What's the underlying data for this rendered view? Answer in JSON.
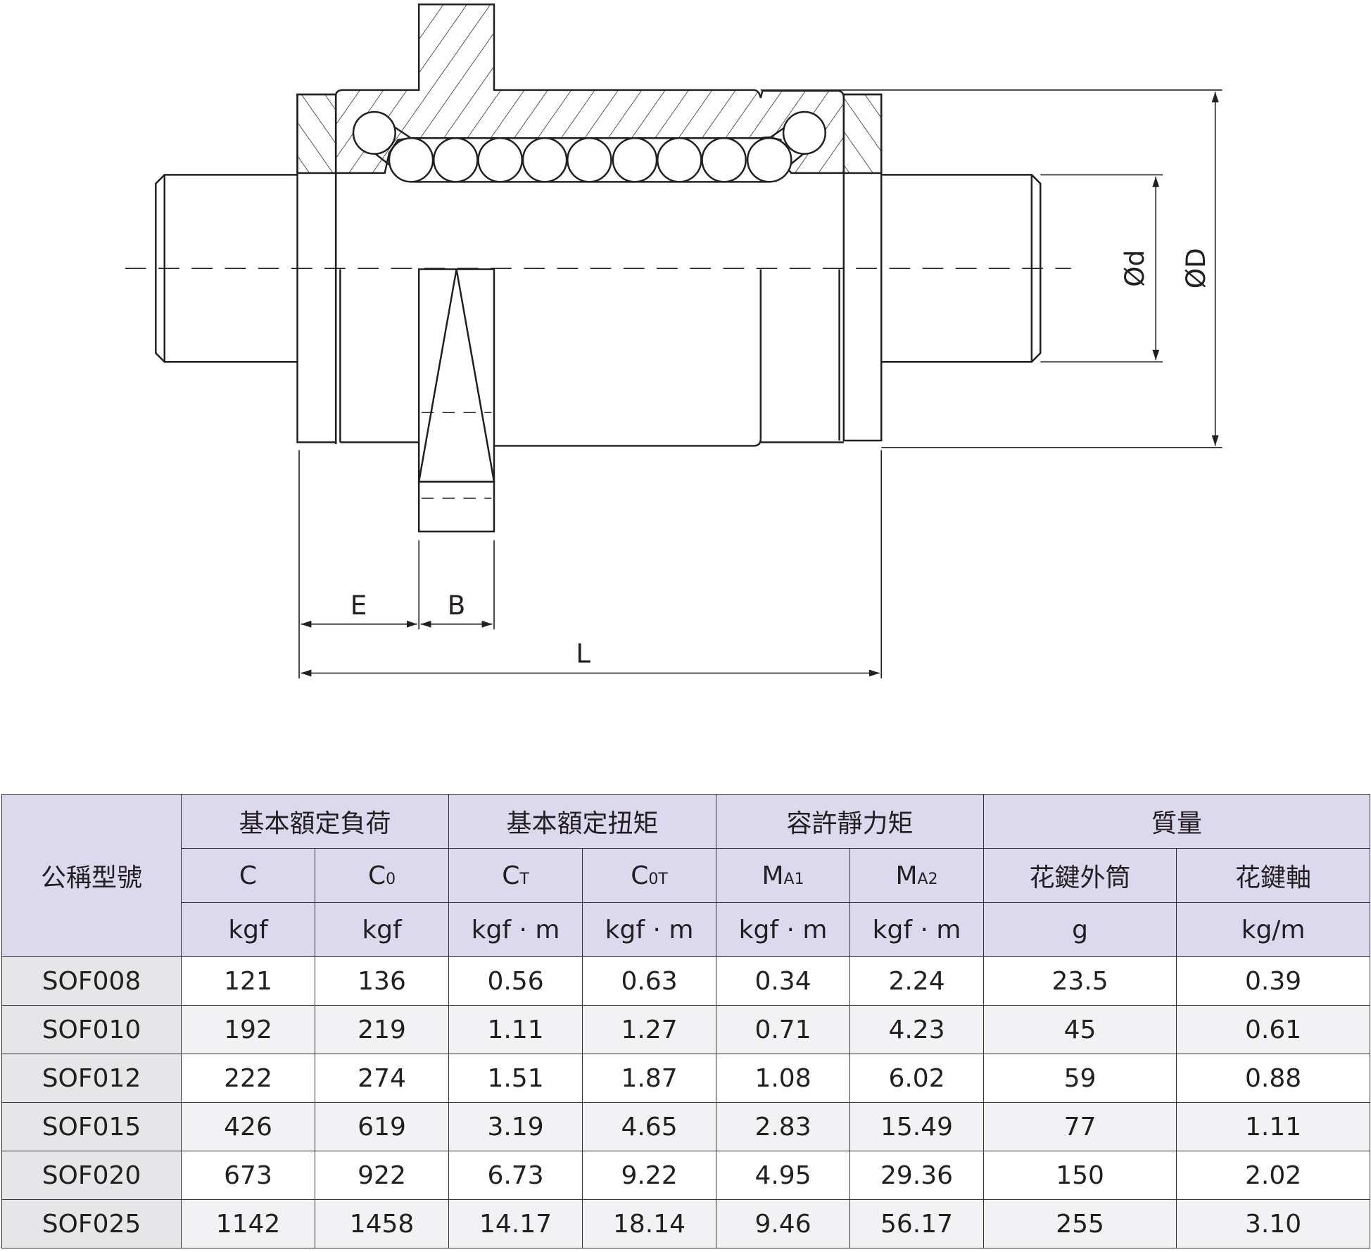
{
  "drawing": {
    "label_E": "E",
    "label_B": "B",
    "label_L": "L",
    "label_d": "Ød",
    "label_D": "ØD"
  },
  "table": {
    "model_header": "公稱型號",
    "groups": [
      "基本額定負荷",
      "基本額定扭矩",
      "容許靜力矩",
      "質量"
    ],
    "symbols": [
      {
        "main": "C",
        "sub": ""
      },
      {
        "main": "C",
        "sub": "0"
      },
      {
        "main": "C",
        "sub": "T"
      },
      {
        "main": "C",
        "sub": "0T"
      },
      {
        "main": "M",
        "sub": "A1"
      },
      {
        "main": "M",
        "sub": "A2"
      },
      {
        "main": "花鍵外筒",
        "sub": ""
      },
      {
        "main": "花鍵軸",
        "sub": ""
      }
    ],
    "units": [
      "kgf",
      "kgf",
      "kgf · m",
      "kgf · m",
      "kgf · m",
      "kgf · m",
      "g",
      "kg/m"
    ],
    "rows": [
      [
        "SOF008",
        "121",
        "136",
        "0.56",
        "0.63",
        "0.34",
        "2.24",
        "23.5",
        "0.39"
      ],
      [
        "SOF010",
        "192",
        "219",
        "1.11",
        "1.27",
        "0.71",
        "4.23",
        "45",
        "0.61"
      ],
      [
        "SOF012",
        "222",
        "274",
        "1.51",
        "1.87",
        "1.08",
        "6.02",
        "59",
        "0.88"
      ],
      [
        "SOF015",
        "426",
        "619",
        "3.19",
        "4.65",
        "2.83",
        "15.49",
        "77",
        "1.11"
      ],
      [
        "SOF020",
        "673",
        "922",
        "6.73",
        "9.22",
        "4.95",
        "29.36",
        "150",
        "2.02"
      ],
      [
        "SOF025",
        "1142",
        "1458",
        "14.17",
        "18.14",
        "9.46",
        "56.17",
        "255",
        "3.10"
      ]
    ]
  },
  "colors": {
    "header": "#dcd8ee",
    "model_col": "#e6e6e8",
    "alt_row": "#f2f2f5",
    "line": "#231f20"
  }
}
